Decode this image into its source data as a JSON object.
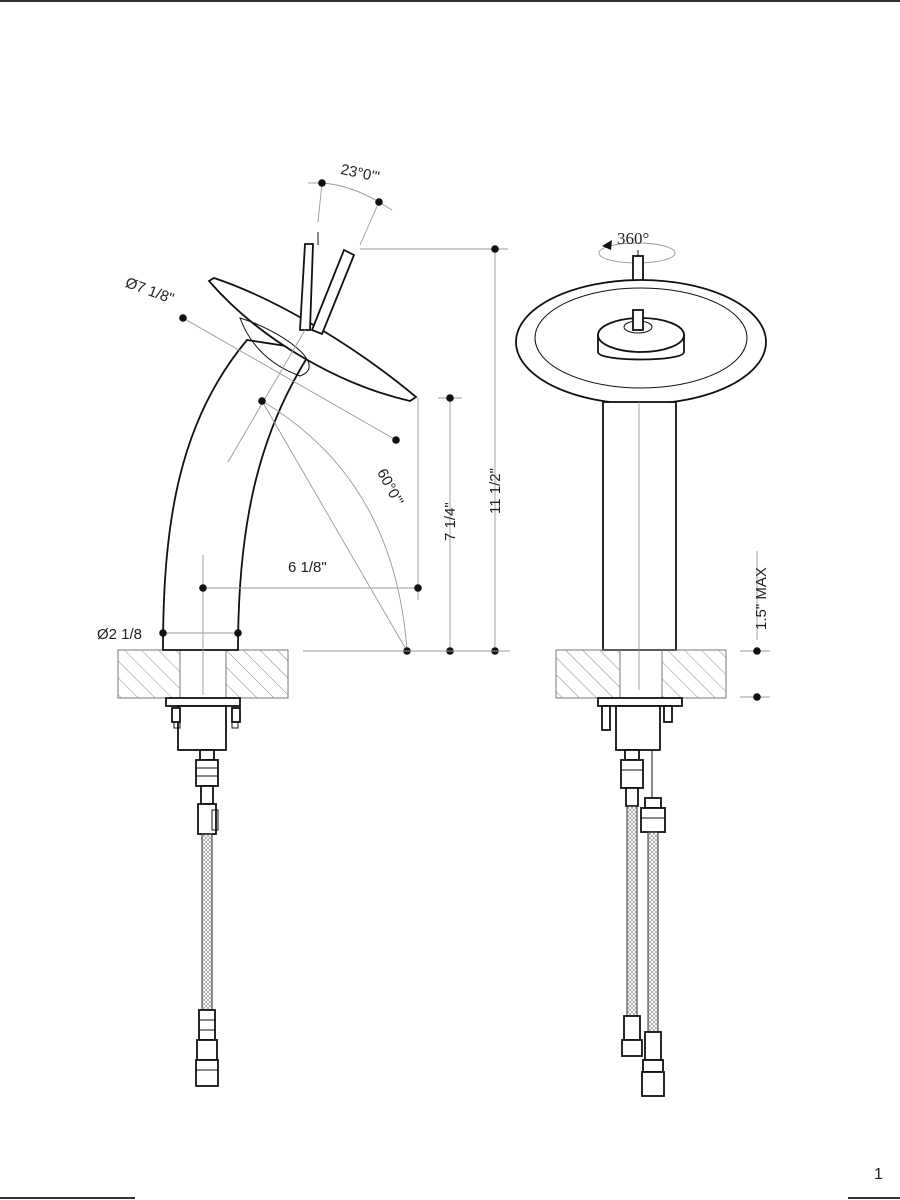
{
  "page": {
    "number": "1"
  },
  "side_view": {
    "handle_angle": "23°0'\"",
    "spout_diameter": "Ø7 1/8\"",
    "spout_angle": "60°0'\"",
    "reach": "6 1/8\"",
    "spout_height": "7 1/4\"",
    "overall_height": "11 1/2\"",
    "base_diameter": "Ø2 1/8"
  },
  "front_view": {
    "rotation": "360°",
    "deck_thickness": "1.5\" MAX"
  }
}
